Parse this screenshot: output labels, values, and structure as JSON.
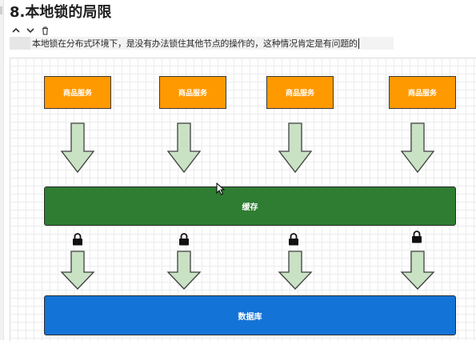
{
  "section": {
    "title": "8.本地锁的局限"
  },
  "toolbar": {
    "up_icon": "chevron-up-icon",
    "down_icon": "chevron-down-icon",
    "delete_icon": "trash-icon"
  },
  "paragraph": {
    "text": "本地锁在分布式环境下，是没有办法锁住其他节点的操作的，这种情况肯定是有问题的"
  },
  "diagram": {
    "services": [
      "商品服务",
      "商品服务",
      "商品服务",
      "商品服务"
    ],
    "cache_label": "缓存",
    "database_label": "数据库",
    "lock_icon": "lock-icon",
    "colors": {
      "service": "#ff9900",
      "cache": "#2e7d32",
      "database": "#1473d6",
      "arrow_fill": "#c9e2c4",
      "arrow_stroke": "#3f3f3f"
    }
  }
}
